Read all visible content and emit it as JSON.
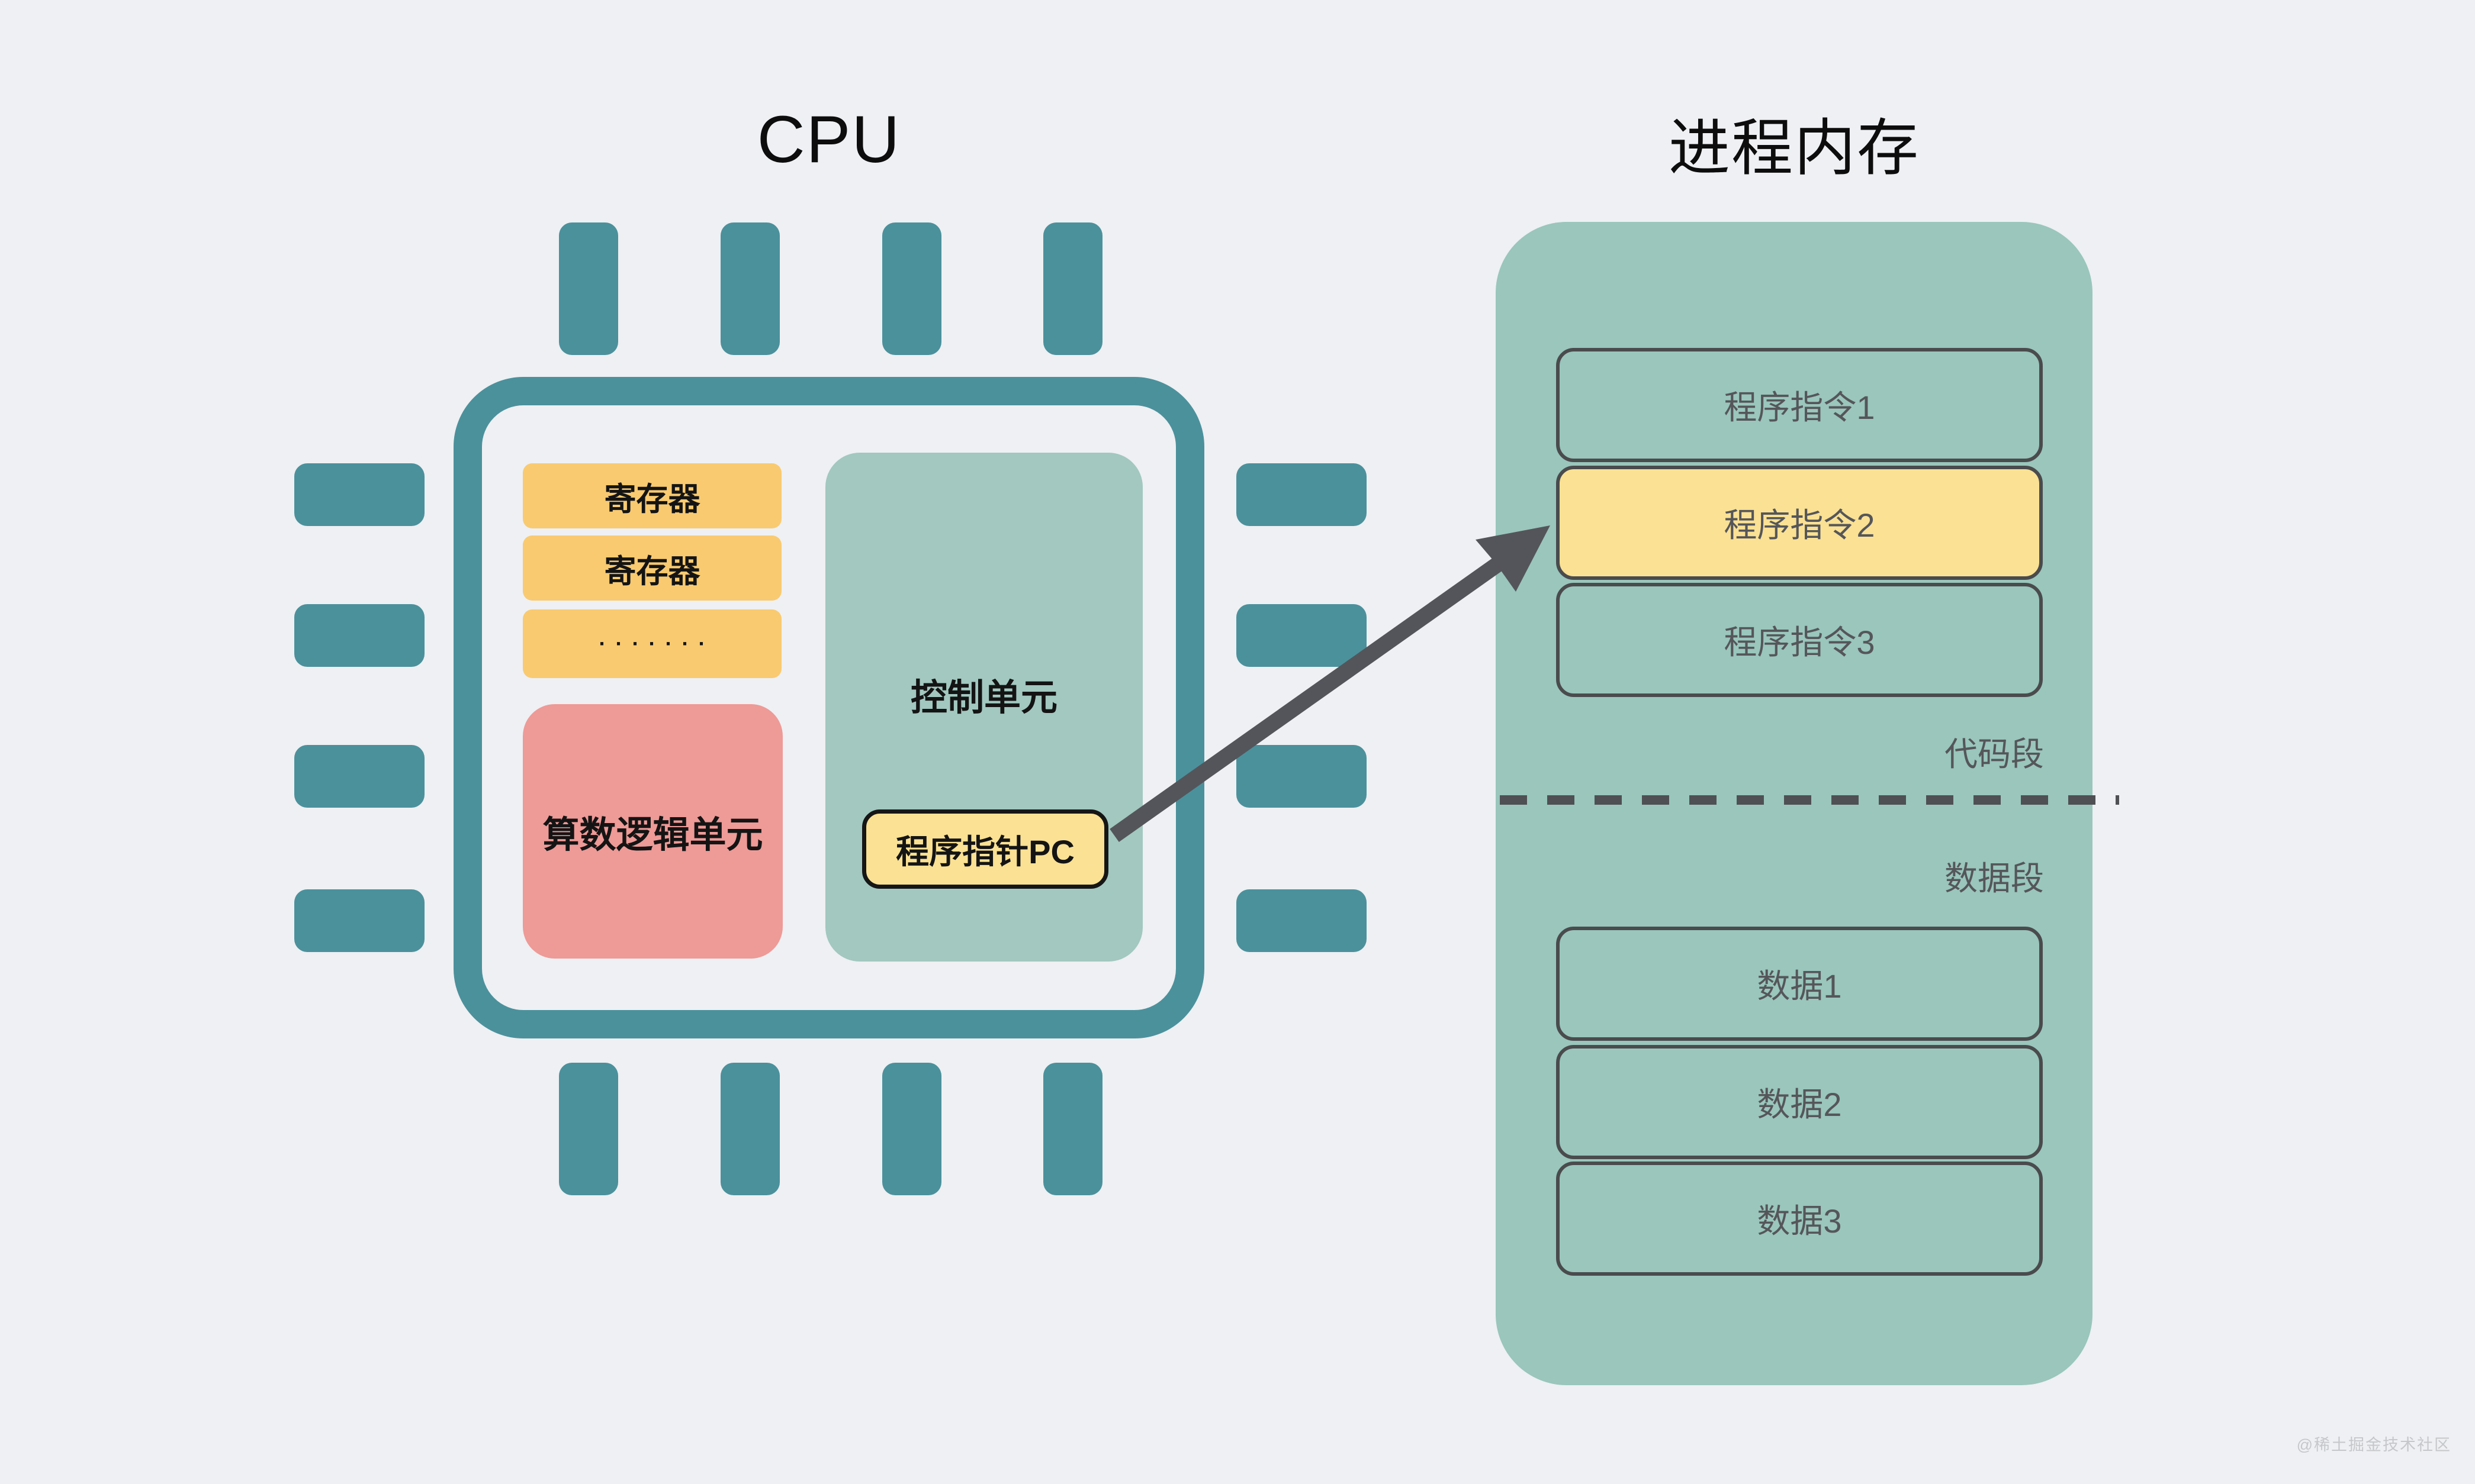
{
  "cpu": {
    "title": "CPU",
    "registers": [
      "寄存器",
      "寄存器",
      "·······"
    ],
    "alu_label": "算数逻辑单元",
    "control_unit_label": "控制单元",
    "pc_label": "程序指针PC"
  },
  "memory": {
    "title": "进程内存",
    "instructions": [
      {
        "label": "程序指令1",
        "highlighted": false
      },
      {
        "label": "程序指令2",
        "highlighted": true
      },
      {
        "label": "程序指令3",
        "highlighted": false
      }
    ],
    "code_segment_label": "代码段",
    "data_segment_label": "数据段",
    "data_items": [
      "数据1",
      "数据2",
      "数据3"
    ]
  },
  "watermark": "@稀土掘金技术社区",
  "colors": {
    "background": "#eef0f3",
    "chip_teal": "#4b919c",
    "memory_green": "#9ac6bc",
    "control_unit_green": "#a2c8bf",
    "register_yellow": "#f9ca70",
    "highlight_yellow": "#fae193",
    "alu_pink": "#ee9a97",
    "arrow_gray": "#54555a",
    "box_border_gray": "#4a4b4d",
    "memory_text_gray": "#55565a",
    "watermark_gray": "#c5c7ca"
  }
}
